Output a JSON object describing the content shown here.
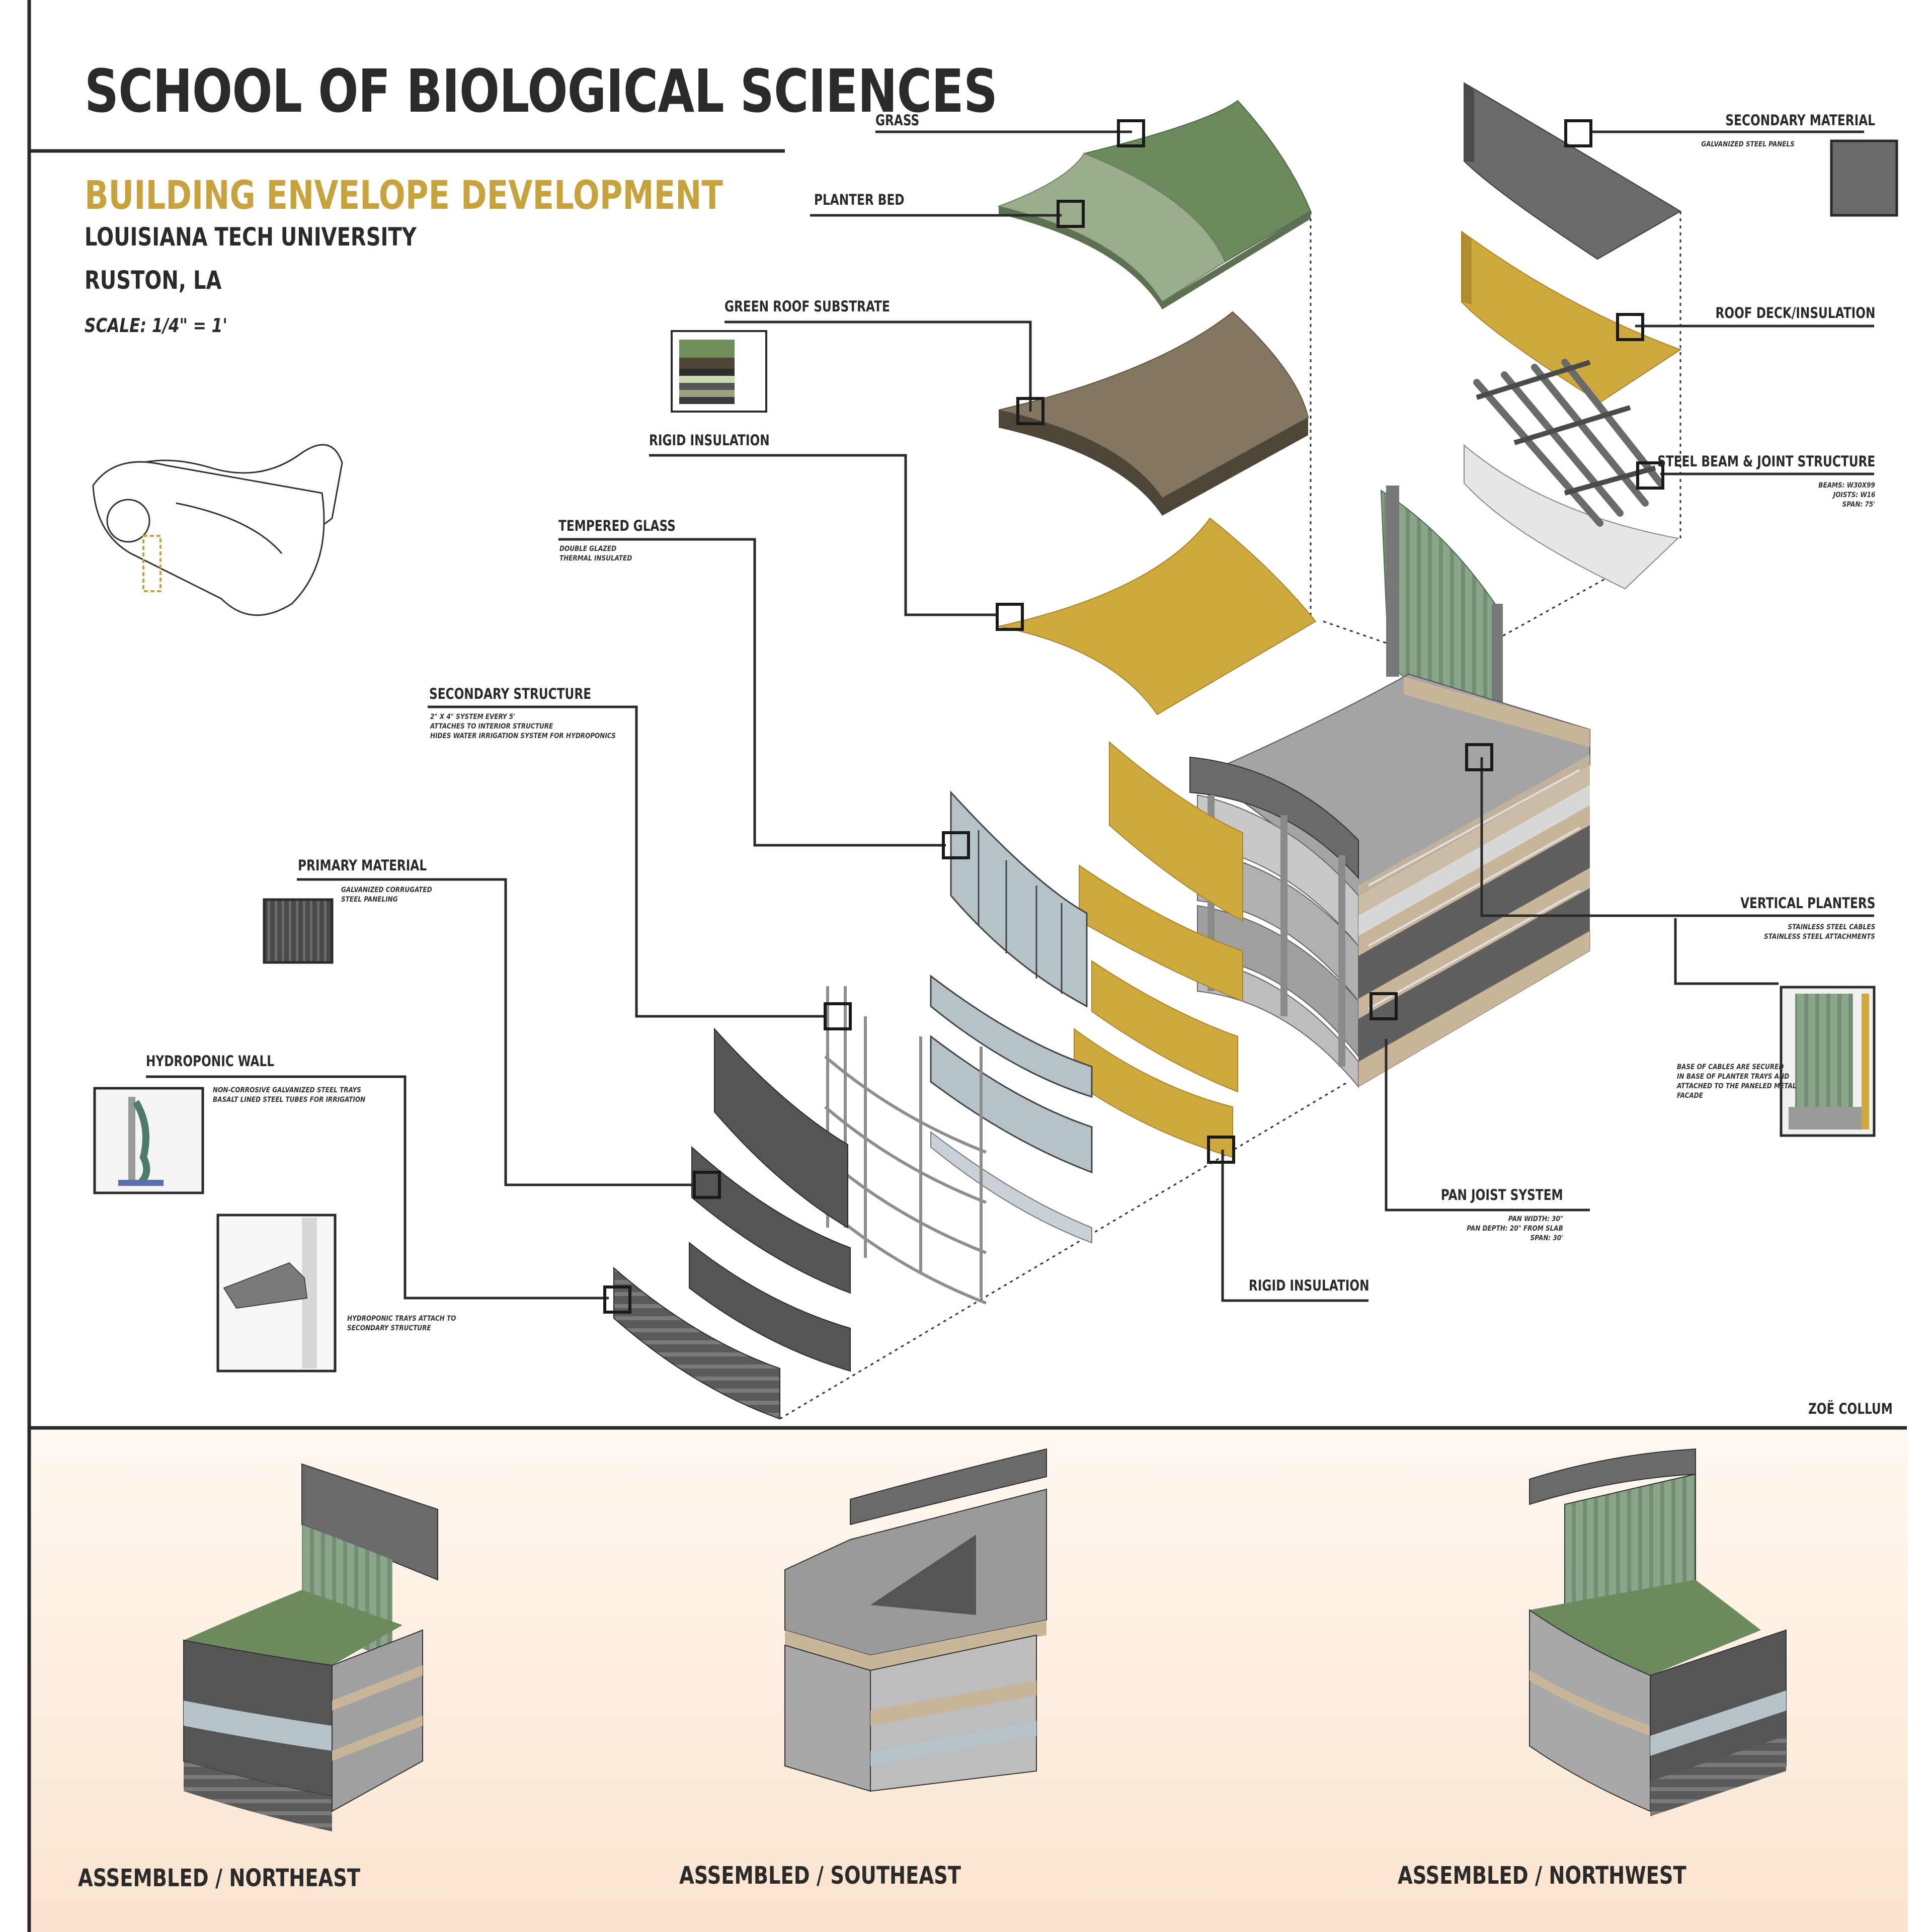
{
  "header": {
    "title": "SCHOOL OF BIOLOGICAL SCIENCES",
    "subtitle": "BUILDING ENVELOPE DEVELOPMENT",
    "university": "LOUISIANA TECH UNIVERSITY",
    "location": "RUSTON, LA",
    "scale": "SCALE: 1/4\" = 1'"
  },
  "labels": {
    "grass": "GRASS",
    "planter_bed": "PLANTER BED",
    "green_roof_substrate": "GREEN ROOF SUBSTRATE",
    "rigid_insulation_top": "RIGID INSULATION",
    "tempered_glass": "TEMPERED GLASS",
    "tempered_glass_note_1": "DOUBLE GLAZED",
    "tempered_glass_note_2": "THERMAL INSULATED",
    "secondary_structure": "SECONDARY STRUCTURE",
    "secondary_structure_note_1": "2\" X 4\" SYSTEM EVERY 5'",
    "secondary_structure_note_2": "ATTACHES TO INTERIOR STRUCTURE",
    "secondary_structure_note_3": "HIDES WATER IRRIGATION SYSTEM FOR HYDROPONICS",
    "primary_material": "PRIMARY MATERIAL",
    "primary_material_note_1": "GALVANIZED CORRUGATED",
    "primary_material_note_2": "STEEL PANELING",
    "hydroponic_wall": "HYDROPONIC WALL",
    "hydroponic_wall_note_1": "NON-CORROSIVE GALVANIZED STEEL TRAYS",
    "hydroponic_wall_note_2": "BASALT LINED STEEL TUBES FOR IRRIGATION",
    "hydroponic_trays_note_1": "HYDROPONIC TRAYS ATTACH TO",
    "hydroponic_trays_note_2": "SECONDARY STRUCTURE",
    "secondary_material": "SECONDARY MATERIAL",
    "secondary_material_note": "GALVANIZED STEEL PANELS",
    "roof_deck": "ROOF DECK/INSULATION",
    "steel_beam": "STEEL BEAM & JOINT STRUCTURE",
    "steel_beam_note_1": "BEAMS: W30X99",
    "steel_beam_note_2": "JOISTS: W16",
    "steel_beam_note_3": "SPAN: 75'",
    "vertical_planters": "VERTICAL PLANTERS",
    "vertical_planters_note_1": "STAINLESS STEEL CABLES",
    "vertical_planters_note_2": "STAINLESS STEEL ATTACHMENTS",
    "cables_note_1": "BASE OF CABLES ARE SECURED",
    "cables_note_2": "IN BASE OF PLANTER TRAYS AND",
    "cables_note_3": "ATTACHED TO THE PANELED METAL",
    "cables_note_4": "FACADE",
    "pan_joist": "PAN JOIST SYSTEM",
    "pan_joist_note_1": "PAN WIDTH: 30\"",
    "pan_joist_note_2": "PAN DEPTH: 20\" FROM SLAB",
    "pan_joist_note_3": "SPAN: 30'",
    "rigid_insulation_bottom": "RIGID INSULATION",
    "author": "ZOË COLLUM"
  },
  "views": {
    "northeast": "ASSEMBLED / NORTHEAST",
    "southeast": "ASSEMBLED / SOUTHEAST",
    "northwest": "ASSEMBLED / NORTHWEST"
  },
  "colors": {
    "grass": "#6b8a5e",
    "planter_bed": "#9cad8c",
    "substrate": "#837761",
    "insulation": "#cfa83e",
    "steel_dark": "#5f5f5f",
    "glass": "#b5c2c8",
    "slab": "#c9b59a",
    "bottom_band": "#fbe9d8",
    "accent_gold": "#c8a23c"
  }
}
